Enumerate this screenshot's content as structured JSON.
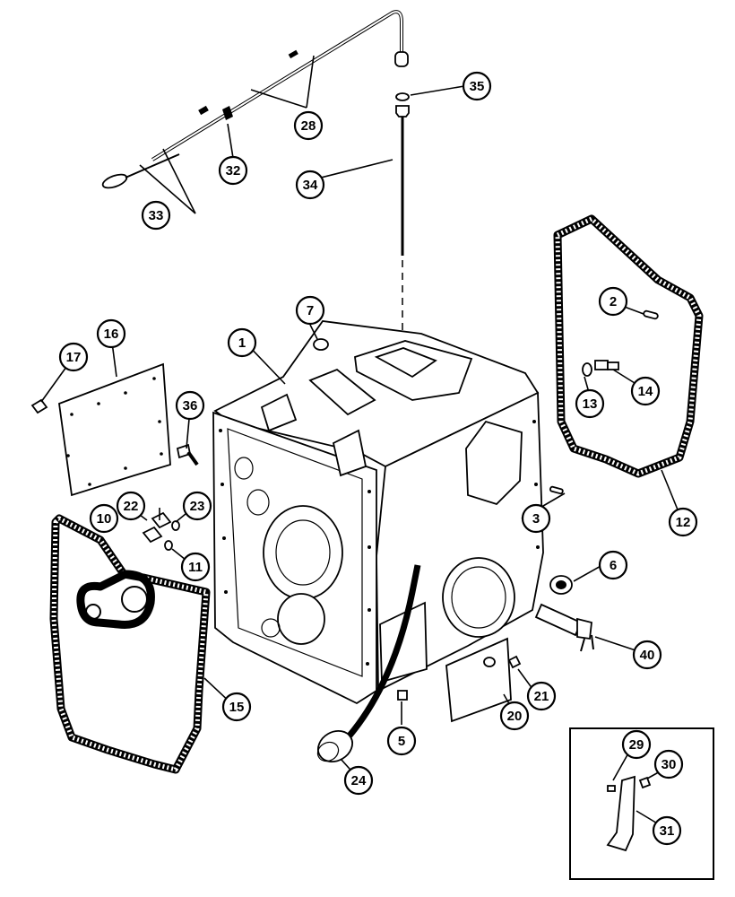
{
  "colors": {
    "ink": "#000000",
    "paper": "#ffffff"
  },
  "callouts": [
    {
      "key": "c1",
      "label": "1"
    },
    {
      "key": "c2",
      "label": "2"
    },
    {
      "key": "c3",
      "label": "3"
    },
    {
      "key": "c5",
      "label": "5"
    },
    {
      "key": "c6",
      "label": "6"
    },
    {
      "key": "c7",
      "label": "7"
    },
    {
      "key": "c10",
      "label": "10"
    },
    {
      "key": "c11",
      "label": "11"
    },
    {
      "key": "c12",
      "label": "12"
    },
    {
      "key": "c13",
      "label": "13"
    },
    {
      "key": "c14",
      "label": "14"
    },
    {
      "key": "c15",
      "label": "15"
    },
    {
      "key": "c16",
      "label": "16"
    },
    {
      "key": "c17",
      "label": "17"
    },
    {
      "key": "c20",
      "label": "20"
    },
    {
      "key": "c21",
      "label": "21"
    },
    {
      "key": "c22",
      "label": "22"
    },
    {
      "key": "c23",
      "label": "23"
    },
    {
      "key": "c24",
      "label": "24"
    },
    {
      "key": "c28",
      "label": "28"
    },
    {
      "key": "c29",
      "label": "29"
    },
    {
      "key": "c30",
      "label": "30"
    },
    {
      "key": "c31",
      "label": "31"
    },
    {
      "key": "c32",
      "label": "32"
    },
    {
      "key": "c33",
      "label": "33"
    },
    {
      "key": "c34",
      "label": "34"
    },
    {
      "key": "c35",
      "label": "35"
    },
    {
      "key": "c36",
      "label": "36"
    },
    {
      "key": "c40",
      "label": "40"
    }
  ]
}
